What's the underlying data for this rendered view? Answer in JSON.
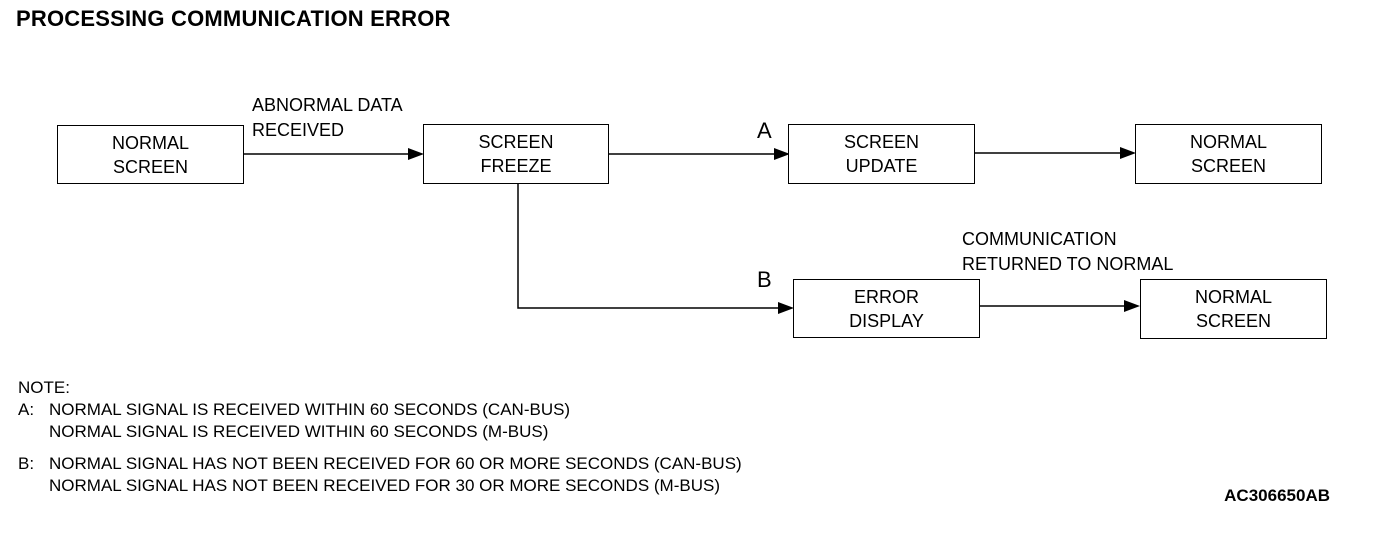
{
  "title": "PROCESSING COMMUNICATION ERROR",
  "boxes": {
    "normal_screen_start": {
      "line1": "NORMAL",
      "line2": "SCREEN"
    },
    "screen_freeze": {
      "line1": "SCREEN",
      "line2": "FREEZE"
    },
    "screen_update": {
      "line1": "SCREEN",
      "line2": "UPDATE"
    },
    "normal_screen_a": {
      "line1": "NORMAL",
      "line2": "SCREEN"
    },
    "error_display": {
      "line1": "ERROR",
      "line2": "DISPLAY"
    },
    "normal_screen_b": {
      "line1": "NORMAL",
      "line2": "SCREEN"
    }
  },
  "labels": {
    "abnormal_data": {
      "line1": "ABNORMAL DATA",
      "line2": "RECEIVED"
    },
    "comm_returned": {
      "line1": "COMMUNICATION",
      "line2": "RETURNED TO NORMAL"
    },
    "branch_a": "A",
    "branch_b": "B"
  },
  "notes": {
    "heading": "NOTE:",
    "a_key": "A:",
    "a_line1": "NORMAL SIGNAL IS RECEIVED WITHIN 60 SECONDS (CAN-BUS)",
    "a_line2": "NORMAL SIGNAL IS RECEIVED WITHIN 60 SECONDS (M-BUS)",
    "b_key": "B:",
    "b_line1": "NORMAL SIGNAL HAS NOT BEEN RECEIVED FOR 60 OR MORE SECONDS (CAN-BUS)",
    "b_line2": "NORMAL SIGNAL HAS NOT BEEN RECEIVED FOR 30 OR MORE SECONDS (M-BUS)"
  },
  "figure_code": "AC306650AB"
}
